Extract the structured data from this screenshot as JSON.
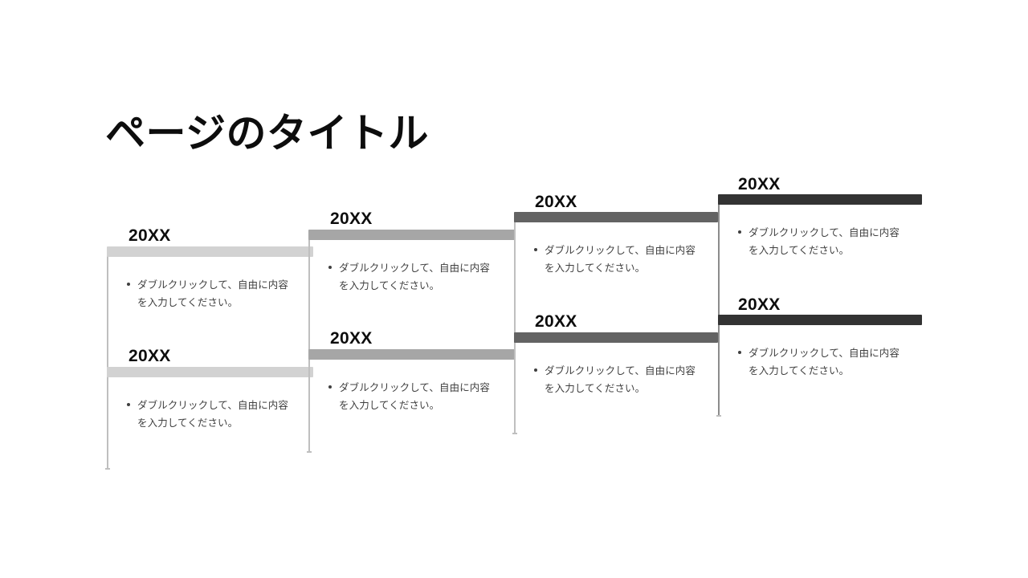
{
  "slide": {
    "title": "ページのタイトル",
    "background_color": "#ffffff",
    "title_color": "#0d0d0d"
  },
  "infographic": {
    "type": "staircase-timeline",
    "column_count": 4,
    "cards_per_column": 2,
    "columns": [
      {
        "index": 1,
        "bar_color": "#d2d2d2",
        "rail_color": "#bfbfbf",
        "cards": [
          {
            "year": "20XX",
            "body": "ダブルクリックして、自由に内容を入力してください。"
          },
          {
            "year": "20XX",
            "body": "ダブルクリックして、自由に内容を入力してください。"
          }
        ]
      },
      {
        "index": 2,
        "bar_color": "#a6a6a6",
        "rail_color": "#bfbfbf",
        "cards": [
          {
            "year": "20XX",
            "body": "ダブルクリックして、自由に内容を入力してください。"
          },
          {
            "year": "20XX",
            "body": "ダブルクリックして、自由に内容を入力してください。"
          }
        ]
      },
      {
        "index": 3,
        "bar_color": "#636363",
        "rail_color": "#bfbfbf",
        "cards": [
          {
            "year": "20XX",
            "body": "ダブルクリックして、自由に内容を入力してください。"
          },
          {
            "year": "20XX",
            "body": "ダブルクリックして、自由に内容を入力してください。"
          }
        ]
      },
      {
        "index": 4,
        "bar_color": "#333333",
        "rail_color": "#8c8c8c",
        "cards": [
          {
            "year": "20XX",
            "body": "ダブルクリックして、自由に内容を入力してください。"
          },
          {
            "year": "20XX",
            "body": "ダブルクリックして、自由に内容を入力してください。"
          }
        ]
      }
    ]
  }
}
